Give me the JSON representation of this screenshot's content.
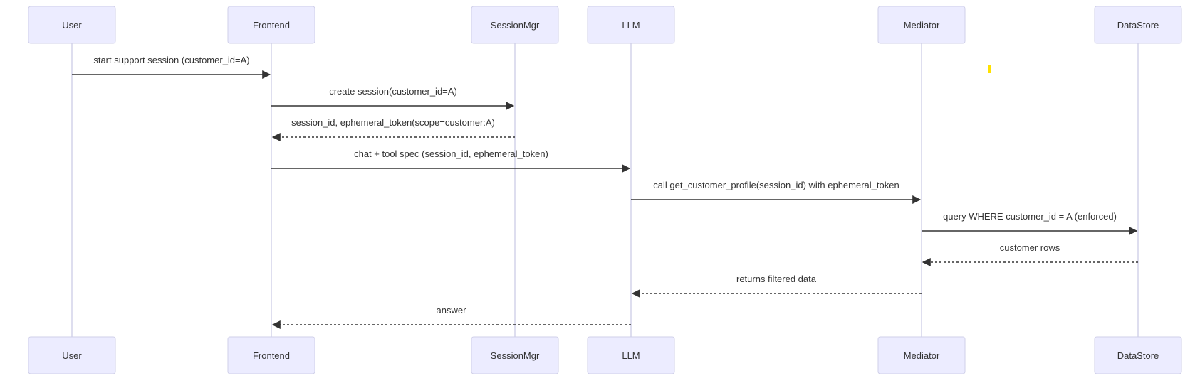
{
  "actors": [
    {
      "id": "user",
      "label": "User"
    },
    {
      "id": "frontend",
      "label": "Frontend"
    },
    {
      "id": "sessionmgr",
      "label": "SessionMgr"
    },
    {
      "id": "llm",
      "label": "LLM"
    },
    {
      "id": "mediator",
      "label": "Mediator"
    },
    {
      "id": "datastore",
      "label": "DataStore"
    }
  ],
  "messages": [
    {
      "from": "user",
      "to": "frontend",
      "text": "start support session (customer_id=A)",
      "style": "solid"
    },
    {
      "from": "frontend",
      "to": "sessionmgr",
      "text": "create session(customer_id=A)",
      "style": "solid"
    },
    {
      "from": "sessionmgr",
      "to": "frontend",
      "text": "session_id, ephemeral_token(scope=customer:A)",
      "style": "dashed"
    },
    {
      "from": "frontend",
      "to": "llm",
      "text": "chat + tool spec (session_id, ephemeral_token)",
      "style": "solid"
    },
    {
      "from": "llm",
      "to": "mediator",
      "text": "call get_customer_profile(session_id) with ephemeral_token",
      "style": "solid"
    },
    {
      "from": "mediator",
      "to": "datastore",
      "text": "query WHERE customer_id = A (enforced)",
      "style": "solid"
    },
    {
      "from": "datastore",
      "to": "mediator",
      "text": "customer rows",
      "style": "dashed"
    },
    {
      "from": "mediator",
      "to": "llm",
      "text": "returns filtered data",
      "style": "dashed"
    },
    {
      "from": "llm",
      "to": "frontend",
      "text": "answer",
      "style": "dashed"
    }
  ],
  "colors": {
    "actor_fill": "#ececff",
    "actor_border": "#cfcfe8",
    "line": "#333333",
    "lifeline": "#d3d3ea",
    "marker": "#ffe100"
  }
}
